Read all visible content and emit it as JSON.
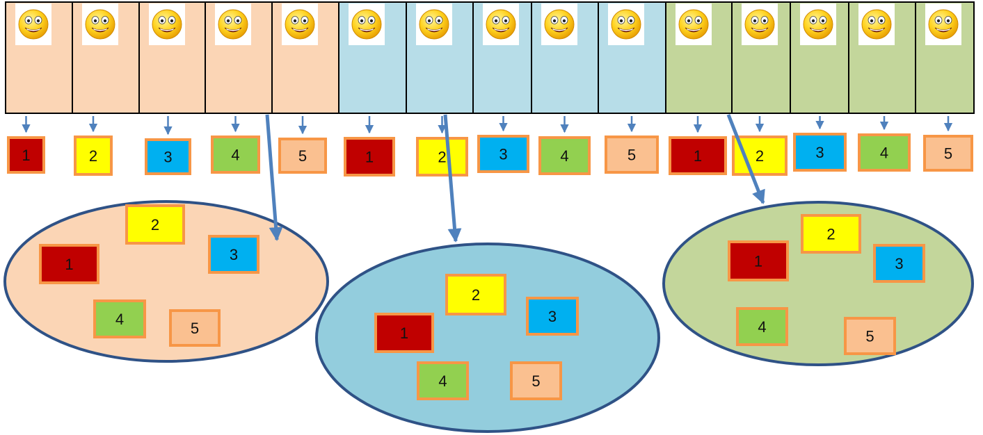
{
  "palette": {
    "group_fills": [
      "#fbd5b5",
      "#b7dde8",
      "#c3d69b"
    ],
    "ellipse_fills": [
      "#fbd5b5",
      "#93cddd",
      "#c3d69b"
    ],
    "ellipse_stroke": "#2f5286",
    "arrow": "#4f81bd",
    "box_border": "#f79646",
    "numbers": {
      "1": "#c00000",
      "2": "#ffff00",
      "3": "#00b0f0",
      "4": "#92d050",
      "5": "#fac090"
    }
  },
  "person_icon": "smiley-face-icon",
  "groups": [
    {
      "people": 5,
      "boxes": [
        "1",
        "2",
        "3",
        "4",
        "5"
      ],
      "pool": [
        "2",
        "3",
        "1",
        "4",
        "5"
      ]
    },
    {
      "people": 5,
      "boxes": [
        "1",
        "2",
        "3",
        "4",
        "5"
      ],
      "pool": [
        "2",
        "3",
        "1",
        "4",
        "5"
      ]
    },
    {
      "people": 5,
      "boxes": [
        "1",
        "2",
        "3",
        "4",
        "5"
      ],
      "pool": [
        "2",
        "1",
        "3",
        "4",
        "5"
      ]
    }
  ]
}
